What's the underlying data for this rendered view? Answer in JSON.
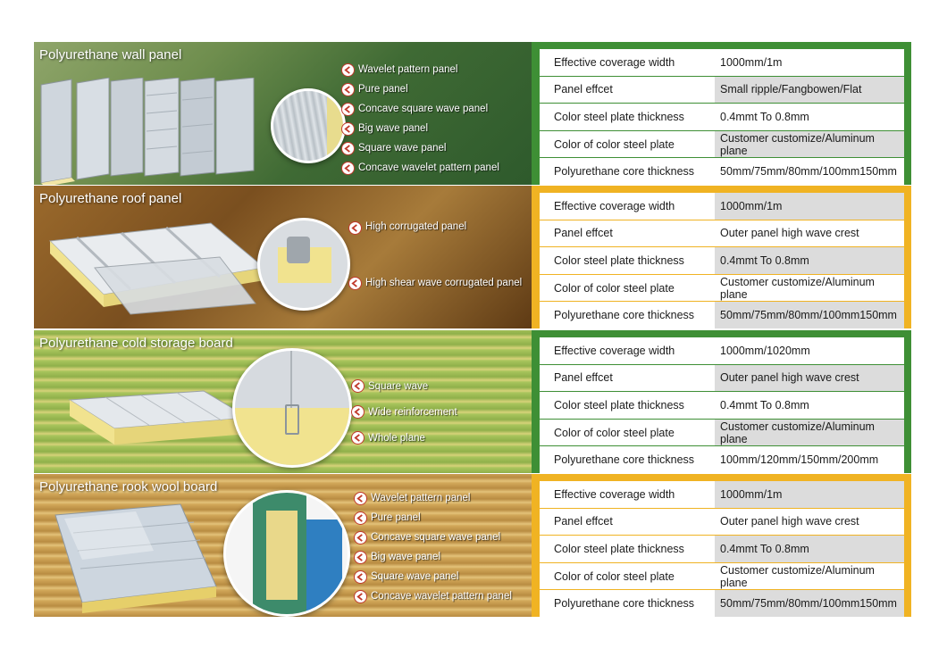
{
  "sections": [
    {
      "title": "Polyurethane wall panel",
      "features": [
        "Wavelet pattern panel",
        "Pure panel",
        "Concave square wave panel",
        "Big wave panel",
        "Square wave panel",
        "Concave wavelet pattern panel"
      ],
      "specs": [
        {
          "label": "Effective coverage width",
          "value": "1000mm/1m"
        },
        {
          "label": "Panel effcet",
          "value": "Small ripple/Fangbowen/Flat"
        },
        {
          "label": "Color steel plate thickness",
          "value": "0.4mmt To 0.8mm"
        },
        {
          "label": "Color of color steel plate",
          "value": "Customer customize/Aluminum plane"
        },
        {
          "label": "Polyurethane core thickness",
          "value": "50mm/75mm/80mm/100mm150mm"
        }
      ]
    },
    {
      "title": "Polyurethane roof panel",
      "features": [
        "High corrugated panel",
        "High shear wave corrugated panel"
      ],
      "specs": [
        {
          "label": "Effective coverage width",
          "value": "1000mm/1m"
        },
        {
          "label": "Panel effcet",
          "value": "Outer panel high wave crest"
        },
        {
          "label": "Color steel plate thickness",
          "value": "0.4mmt To 0.8mm"
        },
        {
          "label": "Color of color steel plate",
          "value": "Customer customize/Aluminum plane"
        },
        {
          "label": "Polyurethane core thickness",
          "value": "50mm/75mm/80mm/100mm150mm"
        }
      ]
    },
    {
      "title": "Polyurethane cold storage board",
      "features": [
        "Square wave",
        "Wide reinforcement",
        "Whole plane"
      ],
      "specs": [
        {
          "label": "Effective coverage width",
          "value": "1000mm/1020mm"
        },
        {
          "label": "Panel effcet",
          "value": "Outer panel high wave crest"
        },
        {
          "label": "Color steel plate thickness",
          "value": "0.4mmt To 0.8mm"
        },
        {
          "label": "Color of color steel plate",
          "value": "Customer customize/Aluminum plane"
        },
        {
          "label": "Polyurethane core thickness",
          "value": "100mm/120mm/150mm/200mm"
        }
      ]
    },
    {
      "title": "Polyurethane rook wool board",
      "features": [
        "Wavelet pattern panel",
        "Pure panel",
        "Concave square wave panel",
        "Big wave panel",
        "Square wave panel",
        "Concave wavelet pattern panel"
      ],
      "specs": [
        {
          "label": "Effective coverage width",
          "value": "1000mm/1m"
        },
        {
          "label": "Panel effcet",
          "value": "Outer panel high wave crest"
        },
        {
          "label": "Color steel plate thickness",
          "value": "0.4mmt To 0.8mm"
        },
        {
          "label": "Color of color steel plate",
          "value": "Customer customize/Aluminum plane"
        },
        {
          "label": "Polyurethane core thickness",
          "value": "50mm/75mm/80mm/100mm150mm"
        }
      ]
    }
  ],
  "colors": {
    "green_frame": "#3e8f35",
    "orange_frame": "#f0b323",
    "bullet_arrow": "#c0392b"
  },
  "icons": {
    "bullet": "left-arrow-circle-icon"
  }
}
